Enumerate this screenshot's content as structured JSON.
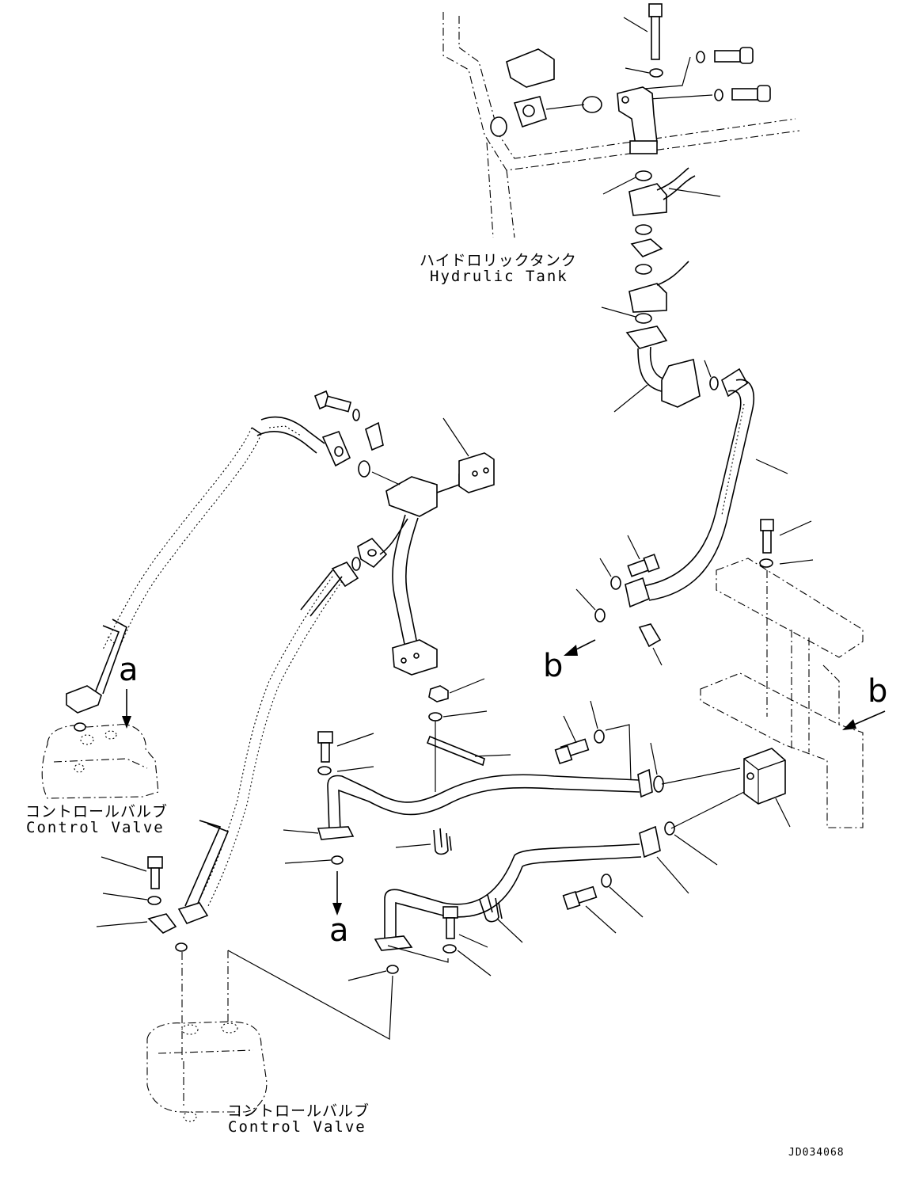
{
  "labels": {
    "hydraulic_tank_jp": "ハイドロリックタンク",
    "hydraulic_tank_en": "Hydrulic Tank",
    "control_valve_upper_jp": "コントロールバルブ",
    "control_valve_upper_en": "Control Valve",
    "control_valve_lower_jp": "コントロールバルブ",
    "control_valve_lower_en": "Control Valve",
    "ref_a_top": "a",
    "ref_a_bottom": "a",
    "ref_b_left": "b",
    "ref_b_right": "b",
    "drawing_code": "JD034068"
  }
}
